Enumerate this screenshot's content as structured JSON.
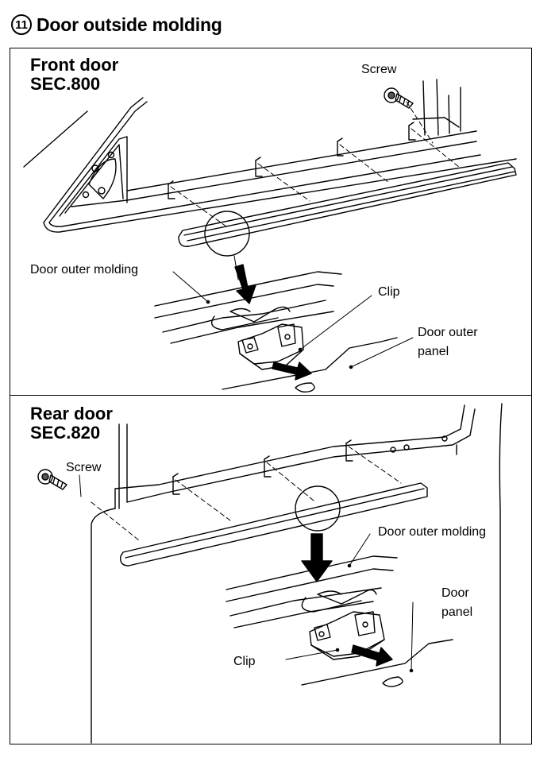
{
  "title": {
    "number": "11",
    "text": "Door outside molding"
  },
  "front": {
    "heading_line1": "Front door",
    "heading_line2": "SEC.800",
    "labels": {
      "screw": "Screw",
      "molding": "Door outer molding",
      "clip": "Clip",
      "panel_line1": "Door outer",
      "panel_line2": "panel"
    }
  },
  "rear": {
    "heading_line1": "Rear door",
    "heading_line2": "SEC.820",
    "labels": {
      "screw": "Screw",
      "molding": "Door outer molding",
      "clip": "Clip",
      "panel_line1": "Door",
      "panel_line2": "panel"
    }
  }
}
